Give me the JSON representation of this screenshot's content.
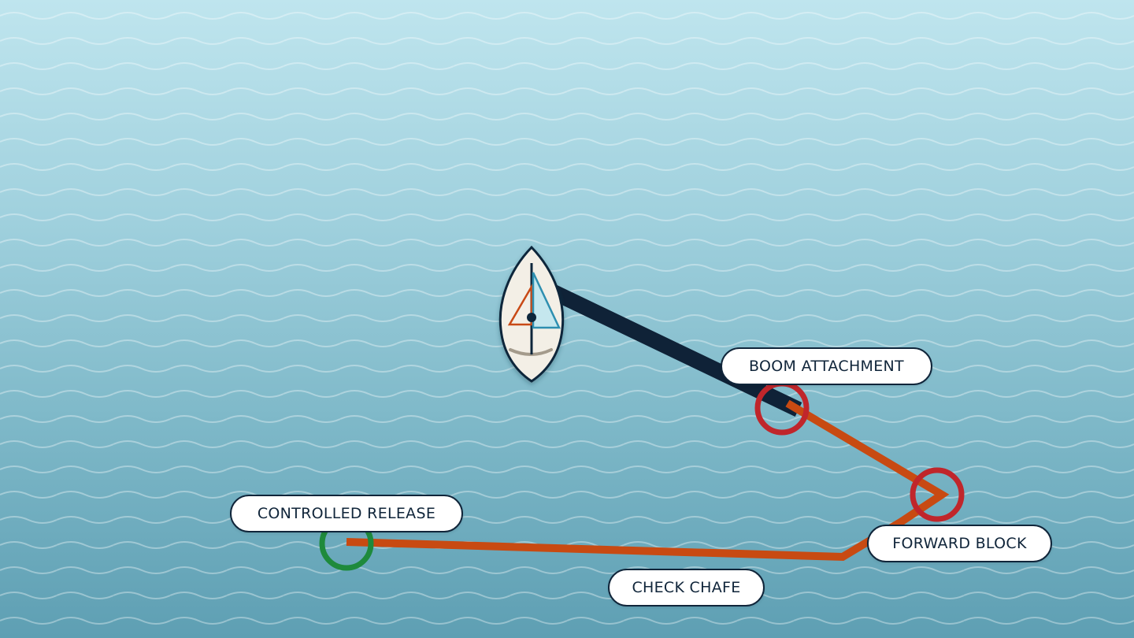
{
  "colors": {
    "sheet_line": "#0f2237",
    "working_line": "#c84a12",
    "checkpoint_red": "#c0262b",
    "checkpoint_green": "#1e8a3c",
    "label_border": "#10253a",
    "hull": "#f3efe6",
    "wave": "#ffffff"
  },
  "icons": {
    "boat": "sailboat-icon",
    "checkpoints": [
      "ring-icon",
      "ring-icon",
      "ring-icon"
    ]
  },
  "labels": {
    "boom_attachment": "BOOM ATTACHMENT",
    "forward_block": "FORWARD BLOCK",
    "controlled_release": "CONTROLLED RELEASE",
    "check_chafe": "CHECK CHAFE"
  }
}
